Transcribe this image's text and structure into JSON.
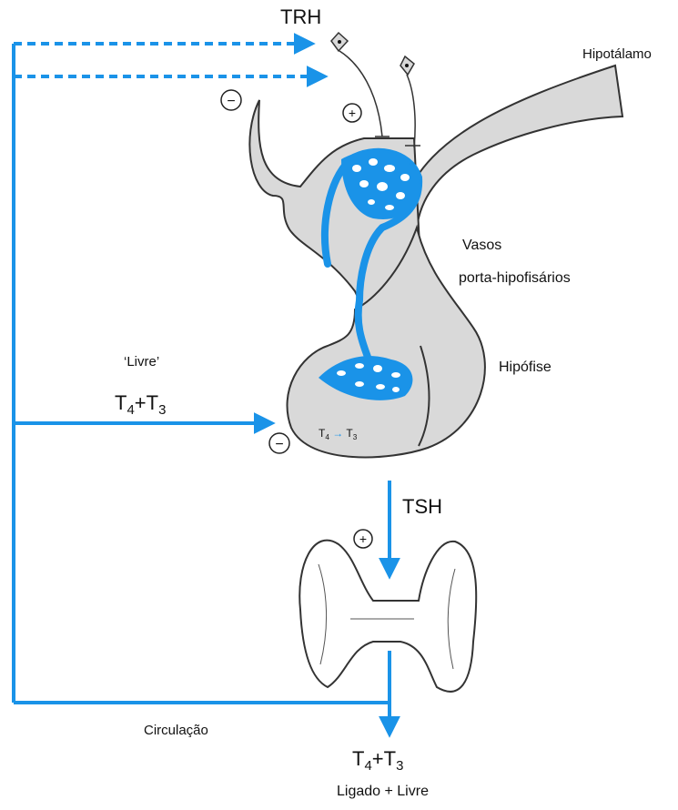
{
  "labels": {
    "trh": "TRH",
    "hypothalamus": "Hipotálamo",
    "portal_vessels_line1": "Vasos",
    "portal_vessels_line2": "porta-hipofisários",
    "free_quote": "‘Livre’",
    "pituitary": "Hipófise",
    "tsh": "TSH",
    "circulation": "Circulação",
    "bound_free": "Ligado + Livre"
  },
  "hormones": {
    "free": {
      "t": "T",
      "s4": "4",
      "plus": "+T",
      "s3": "3"
    },
    "inner": {
      "left": "T",
      "s_left": "4",
      "arrow": "→",
      "right": "T",
      "s_right": "3"
    },
    "total": {
      "t": "T",
      "s4": "4",
      "plus": "+T",
      "s3": "3"
    }
  },
  "signs": {
    "plus_hypothalamus": "+",
    "minus_hypothalamus": "−",
    "minus_pituitary": "−",
    "plus_thyroid": "+"
  },
  "colors": {
    "feedback_blue": "#1a93e8",
    "tissue_gray": "#d9d9d9",
    "outline": "#333333"
  }
}
